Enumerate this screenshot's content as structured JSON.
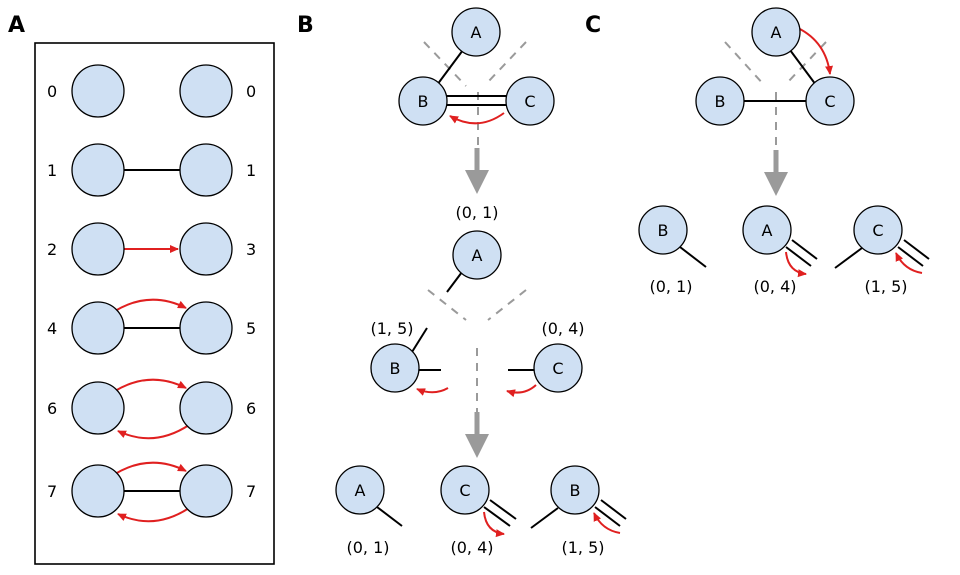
{
  "panels": {
    "A": {
      "letter": "A",
      "rows": [
        {
          "left": "0",
          "right": "0"
        },
        {
          "left": "1",
          "right": "1"
        },
        {
          "left": "2",
          "right": "3"
        },
        {
          "left": "4",
          "right": "5"
        },
        {
          "left": "6",
          "right": "6"
        },
        {
          "left": "7",
          "right": "7"
        }
      ]
    },
    "B": {
      "letter": "B",
      "top": {
        "a": "A",
        "b": "B",
        "c": "C"
      },
      "step1_label": "(0, 1)",
      "mid": {
        "a": "A",
        "b": "B",
        "c": "C",
        "b_label": "(1, 5)",
        "c_label": "(0, 4)"
      },
      "bottom": [
        {
          "node": "A",
          "label": "(0, 1)"
        },
        {
          "node": "C",
          "label": "(0, 4)"
        },
        {
          "node": "B",
          "label": "(1, 5)"
        }
      ]
    },
    "C": {
      "letter": "C",
      "top": {
        "a": "A",
        "b": "B",
        "c": "C"
      },
      "bottom": [
        {
          "node": "B",
          "label": "(0, 1)"
        },
        {
          "node": "A",
          "label": "(0, 4)"
        },
        {
          "node": "C",
          "label": "(1, 5)"
        }
      ]
    }
  }
}
